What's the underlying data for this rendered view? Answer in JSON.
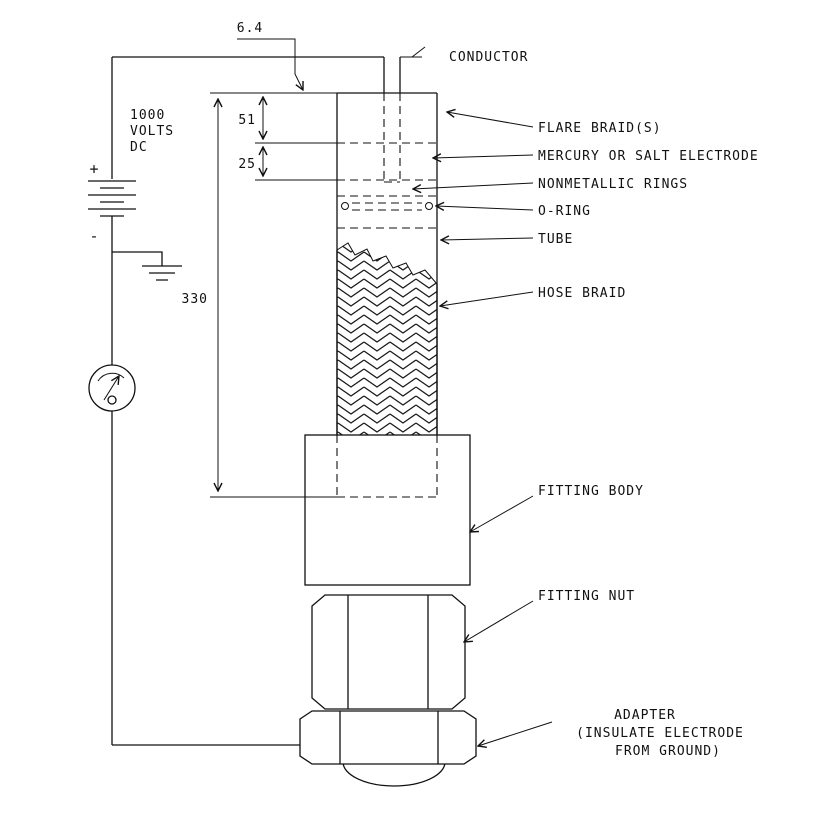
{
  "drawing": {
    "conductor": "CONDUCTOR",
    "flare_braid": "FLARE BRAID(S)",
    "mercury_electrode": "MERCURY OR SALT ELECTRODE",
    "nonmetallic_rings": "NONMETALLIC RINGS",
    "o_ring": "O-RING",
    "tube": "TUBE",
    "hose_braid": "HOSE BRAID",
    "fitting_body": "FITTING BODY",
    "fitting_nut": "FITTING NUT",
    "adapter_line1": "ADAPTER",
    "adapter_line2": "(INSULATE ELECTRODE",
    "adapter_line3": "FROM GROUND)"
  },
  "source": {
    "volts_line1": "1000",
    "volts_line2": "VOLTS",
    "volts_line3": "DC",
    "positive": "+",
    "negative": "-"
  },
  "dims": {
    "flare_offset": "6.4",
    "flare_len": "51",
    "electrode_len": "25",
    "insert_depth": "330"
  }
}
